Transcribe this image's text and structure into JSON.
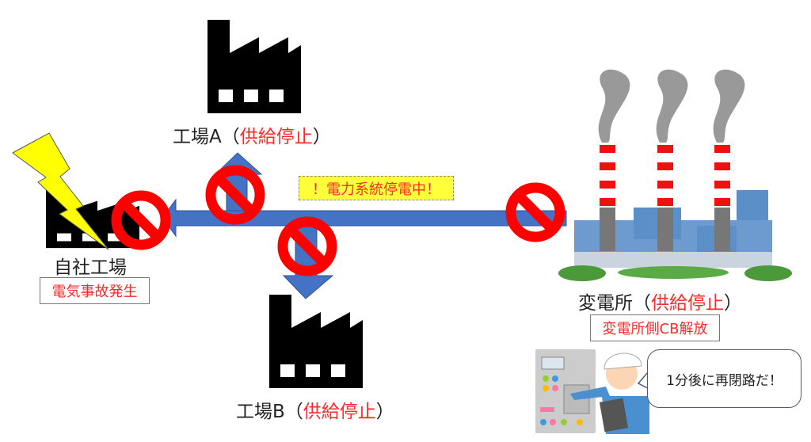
{
  "factory_a": {
    "name": "工場A",
    "open": "（",
    "status": "供給停止",
    "close": "）"
  },
  "factory_b": {
    "name": "工場B",
    "open": "（",
    "status": "供給停止",
    "close": "）"
  },
  "own_factory": {
    "name": "自社工場",
    "event": "電気事故発生"
  },
  "substation": {
    "name": "変電所",
    "open": "（",
    "status": "供給停止",
    "close": "）",
    "action": "変電所側CB解放"
  },
  "warning": "！電力系統停電中！",
  "operator_speech": "1分後に再閉路だ！",
  "colors": {
    "arrow": "#4472c4",
    "prohibit": "#ff0000",
    "alert_text": "#ff2a2a",
    "warning_bg": "#ffff3a"
  }
}
